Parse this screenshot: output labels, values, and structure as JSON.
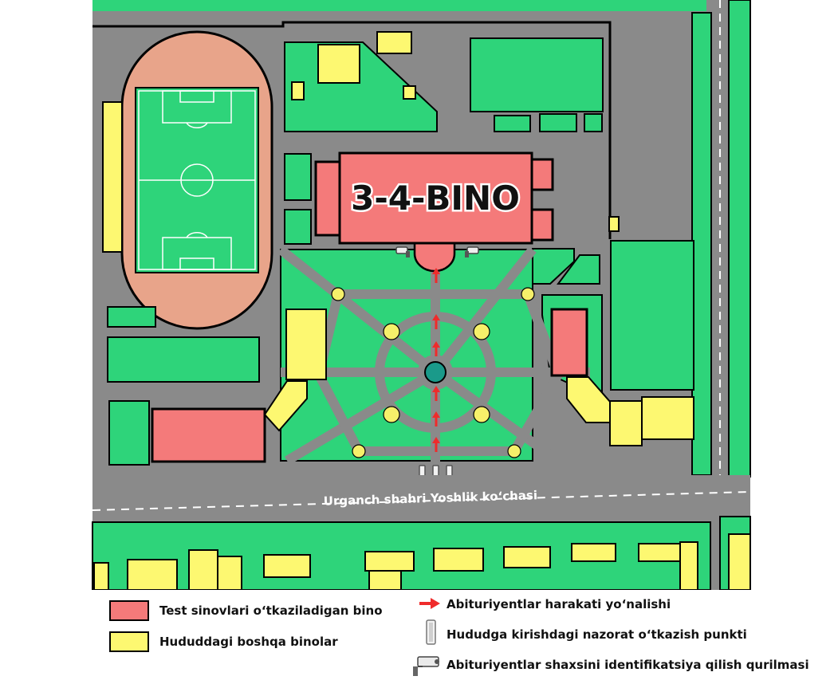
{
  "map": {
    "building_label": "3-4-BINO",
    "street_label": "Urganch shahri Yoshlik ko‘chasi"
  },
  "legend": {
    "test_building": "Test sinovlari o‘tkaziladigan bino",
    "other_buildings": "Hududdagi boshqa binolar",
    "direction": "Abituriyentlar harakati yo‘nalishi",
    "checkpoint": "Hududga kirishdagi nazorat o‘tkazish punkti",
    "camera": "Abituriyentlar shaxsini identifikatsiya qilish qurilmasi"
  },
  "colors": {
    "road": "#8a8a8a",
    "green": "#2ed47a",
    "building_test": "#f47a7a",
    "building_other": "#fdf871",
    "track": "#e8a48a",
    "arrow": "#ef2b2b",
    "lamp": "#f6f06a",
    "fountain": "#1a9a8a"
  },
  "icons": [
    "direction-arrow-icon",
    "checkpoint-gate-icon",
    "camera-icon"
  ]
}
